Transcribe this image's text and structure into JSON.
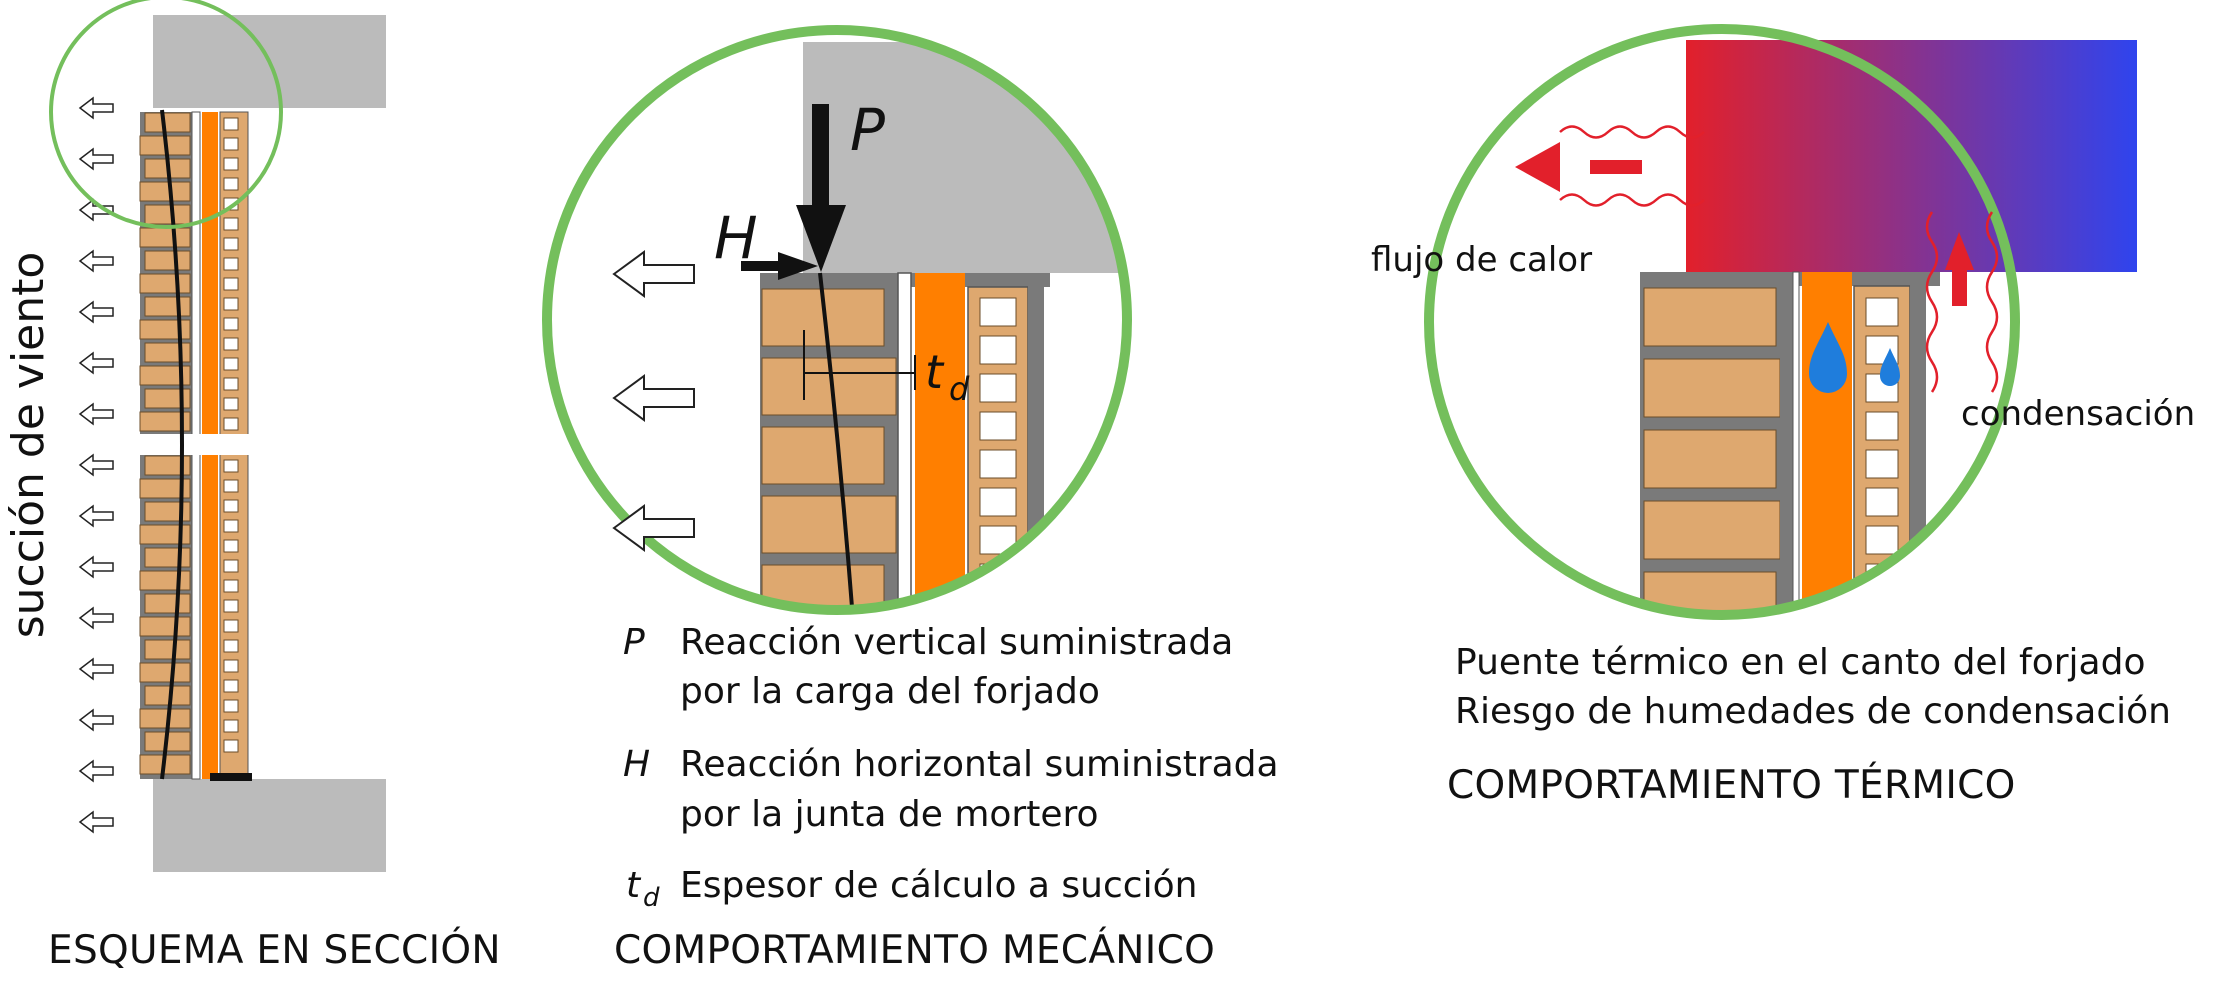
{
  "panels": {
    "section": {
      "vertical_label": "succión de viento",
      "caption": "ESQUEMA EN SECCIÓN"
    },
    "mechanical": {
      "symbols": {
        "P": "P",
        "H": "H",
        "t": "t",
        "d": "d"
      },
      "legend": [
        {
          "sym": "P",
          "line1": "Reacción vertical suministrada",
          "line2": "por la carga del forjado"
        },
        {
          "sym": "H",
          "line1": "Reacción horizontal suministrada",
          "line2": "por la junta de mortero"
        },
        {
          "sym": "t",
          "sub": "d",
          "line1": "Espesor de cálculo a succión"
        }
      ],
      "caption": "COMPORTAMIENTO MECÁNICO"
    },
    "thermal": {
      "heat_label": "flujo de calor",
      "condensation_label": "condensación",
      "line1": "Puente térmico en el canto del forjado",
      "line2": "Riesgo de humedades de condensación",
      "caption": "COMPORTAMIENTO TÉRMICO"
    }
  },
  "colors": {
    "slab": "#bbbbbb",
    "brick": "#dea86f",
    "insulation": "#ff7f00",
    "mortar": "#7a7a7a",
    "circle": "#74bf5c",
    "warm": "#e2202b",
    "cold": "#2f44ee",
    "water": "#1f7ddc"
  }
}
